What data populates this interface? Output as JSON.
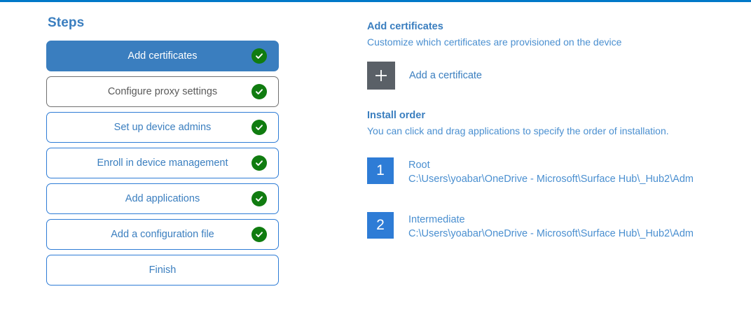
{
  "accent_color": "#0078c8",
  "colors": {
    "link_blue": "#3a7ebf",
    "active_fill": "#3a7ebf",
    "check_green": "#107c10",
    "tile_gray": "#5a6067",
    "index_blue": "#2e7cd6"
  },
  "steps_panel": {
    "heading": "Steps",
    "items": [
      {
        "label": "Add certificates",
        "state": "active",
        "completed": true
      },
      {
        "label": "Configure proxy settings",
        "state": "hover",
        "completed": true
      },
      {
        "label": "Set up device admins",
        "state": "default",
        "completed": true
      },
      {
        "label": "Enroll in device management",
        "state": "default",
        "completed": true
      },
      {
        "label": "Add applications",
        "state": "default",
        "completed": true
      },
      {
        "label": "Add a configuration file",
        "state": "default",
        "completed": true
      },
      {
        "label": "Finish",
        "state": "default",
        "completed": false
      }
    ]
  },
  "detail_panel": {
    "title": "Add certificates",
    "subtitle": "Customize which certificates are provisioned on the device",
    "add_certificate": {
      "icon": "plus-icon",
      "label": "Add a certificate"
    },
    "install_order": {
      "title": "Install order",
      "description": "You can click and drag applications to specify the order of installation.",
      "items": [
        {
          "index": "1",
          "name": "Root",
          "path": "C:\\Users\\yoabar\\OneDrive - Microsoft\\Surface Hub\\_Hub2\\Adm"
        },
        {
          "index": "2",
          "name": "Intermediate",
          "path": "C:\\Users\\yoabar\\OneDrive - Microsoft\\Surface Hub\\_Hub2\\Adm"
        }
      ]
    }
  }
}
